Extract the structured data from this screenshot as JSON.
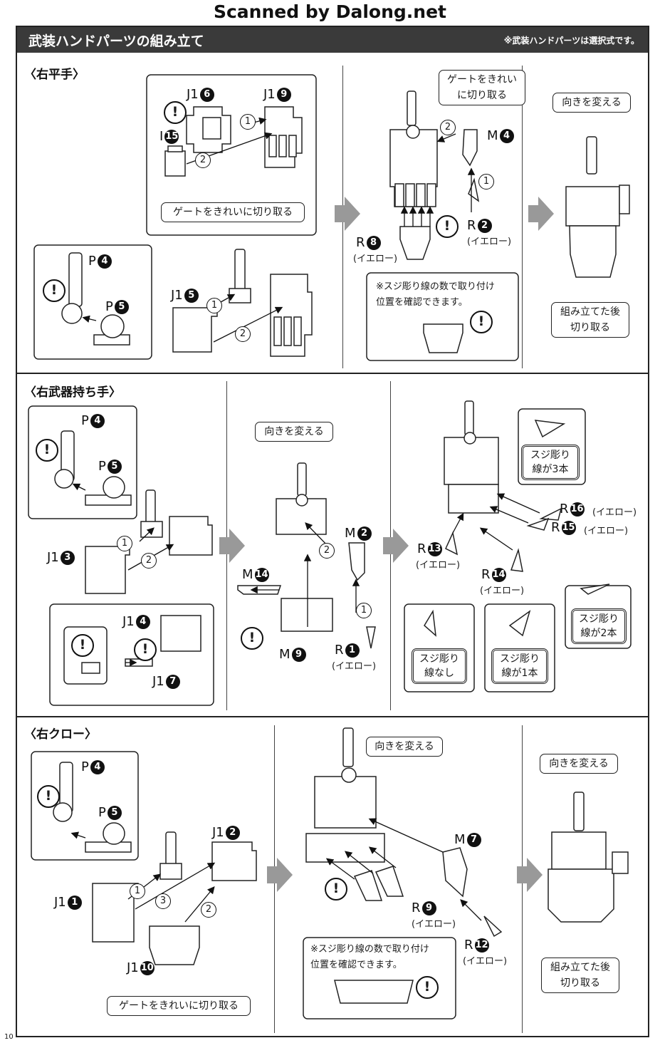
{
  "credit": "Scanned by Dalong.net",
  "header": {
    "title": "武装ハンドパーツの組み立て",
    "note": "※武装ハンドパーツは選択式です。"
  },
  "sections": [
    {
      "title": "〈右平手〉"
    },
    {
      "title": "〈右武器持ち手〉"
    },
    {
      "title": "〈右クロー〉"
    }
  ],
  "callouts": {
    "gate_clean": "ゲートをきれいに切り取る",
    "gate_clean_2line": [
      "ゲートをきれい",
      "に切り取る"
    ],
    "turn": "向きを変える",
    "after_assembly": [
      "組み立てた後",
      "切り取る"
    ],
    "suji_check": [
      "※スジ彫り線の数で取り付け",
      "位置を確認できます。"
    ],
    "suji_3": [
      "スジ彫り",
      "線が3本"
    ],
    "suji_2": [
      "スジ彫り",
      "線が2本"
    ],
    "suji_1": [
      "スジ彫り",
      "線が1本"
    ],
    "suji_none": [
      "スジ彫り",
      "線なし"
    ]
  },
  "yellow": "(イエロー)",
  "warn_mark": "!",
  "steps": [
    "1",
    "2",
    "3"
  ],
  "parts": {
    "J1": "J1",
    "I": "I",
    "P": "P",
    "R": "R",
    "M": "M",
    "n1": "1",
    "n2": "2",
    "n3": "3",
    "n4": "4",
    "n5": "5",
    "n6": "6",
    "n7": "7",
    "n8": "8",
    "n9": "9",
    "n10": "10",
    "n12": "12",
    "n13": "13",
    "n14": "14",
    "n15": "15",
    "n16": "16"
  },
  "page_number": "10"
}
